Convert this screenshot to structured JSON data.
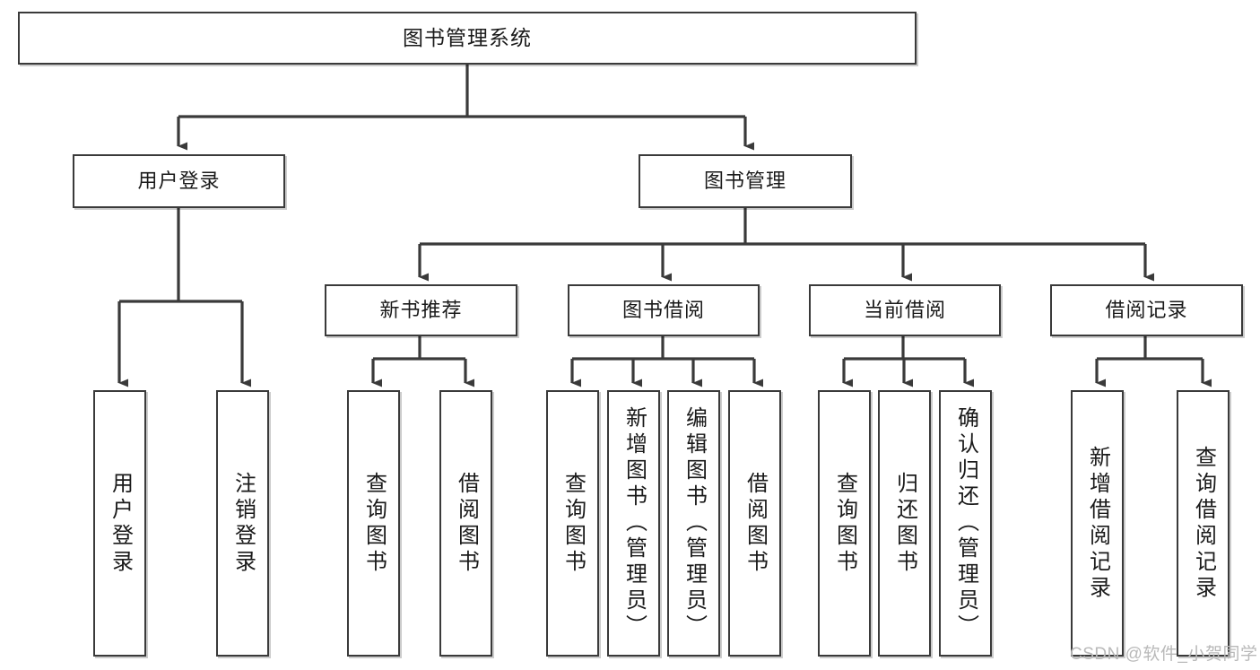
{
  "diagram": {
    "title": "图书管理系统",
    "type": "功能结构图",
    "watermark": "CSDN @软件_小贺同学",
    "colors": {
      "background": "#ffffff",
      "box_border": "#3a3a3a",
      "box_fill": "#ffffff",
      "connector": "#3a3a3a",
      "text": "#1a1a1a",
      "watermark": "#b9b9b9"
    },
    "nodes": {
      "root": {
        "label": "图书管理系统"
      },
      "level1": [
        {
          "id": "user-login",
          "label": "用户登录"
        },
        {
          "id": "book-management",
          "label": "图书管理"
        }
      ],
      "level2": [
        {
          "id": "new-book-recommend",
          "label": "新书推荐"
        },
        {
          "id": "book-borrow",
          "label": "图书借阅"
        },
        {
          "id": "current-borrow",
          "label": "当前借阅"
        },
        {
          "id": "borrow-record",
          "label": "借阅记录"
        }
      ],
      "leaves": {
        "user_login": [
          {
            "id": "leaf-user-login",
            "label": "用户登录"
          },
          {
            "id": "leaf-logout",
            "label": "注销登录"
          }
        ],
        "new_book_recommend": [
          {
            "id": "leaf-query-book-1",
            "label": "查询图书"
          },
          {
            "id": "leaf-borrow-book-1",
            "label": "借阅图书"
          }
        ],
        "book_borrow": [
          {
            "id": "leaf-query-book-2",
            "label": "查询图书"
          },
          {
            "id": "leaf-add-book",
            "label": "新增图书（管理员）"
          },
          {
            "id": "leaf-edit-book",
            "label": "编辑图书（管理员）"
          },
          {
            "id": "leaf-borrow-book-2",
            "label": "借阅图书"
          }
        ],
        "current_borrow": [
          {
            "id": "leaf-query-book-3",
            "label": "查询图书"
          },
          {
            "id": "leaf-return-book",
            "label": "归还图书"
          },
          {
            "id": "leaf-confirm-return",
            "label": "确认归还（管理员）"
          }
        ],
        "borrow_record": [
          {
            "id": "leaf-add-record",
            "label": "新增借阅记录"
          },
          {
            "id": "leaf-query-record",
            "label": "查询借阅记录"
          }
        ]
      }
    }
  }
}
